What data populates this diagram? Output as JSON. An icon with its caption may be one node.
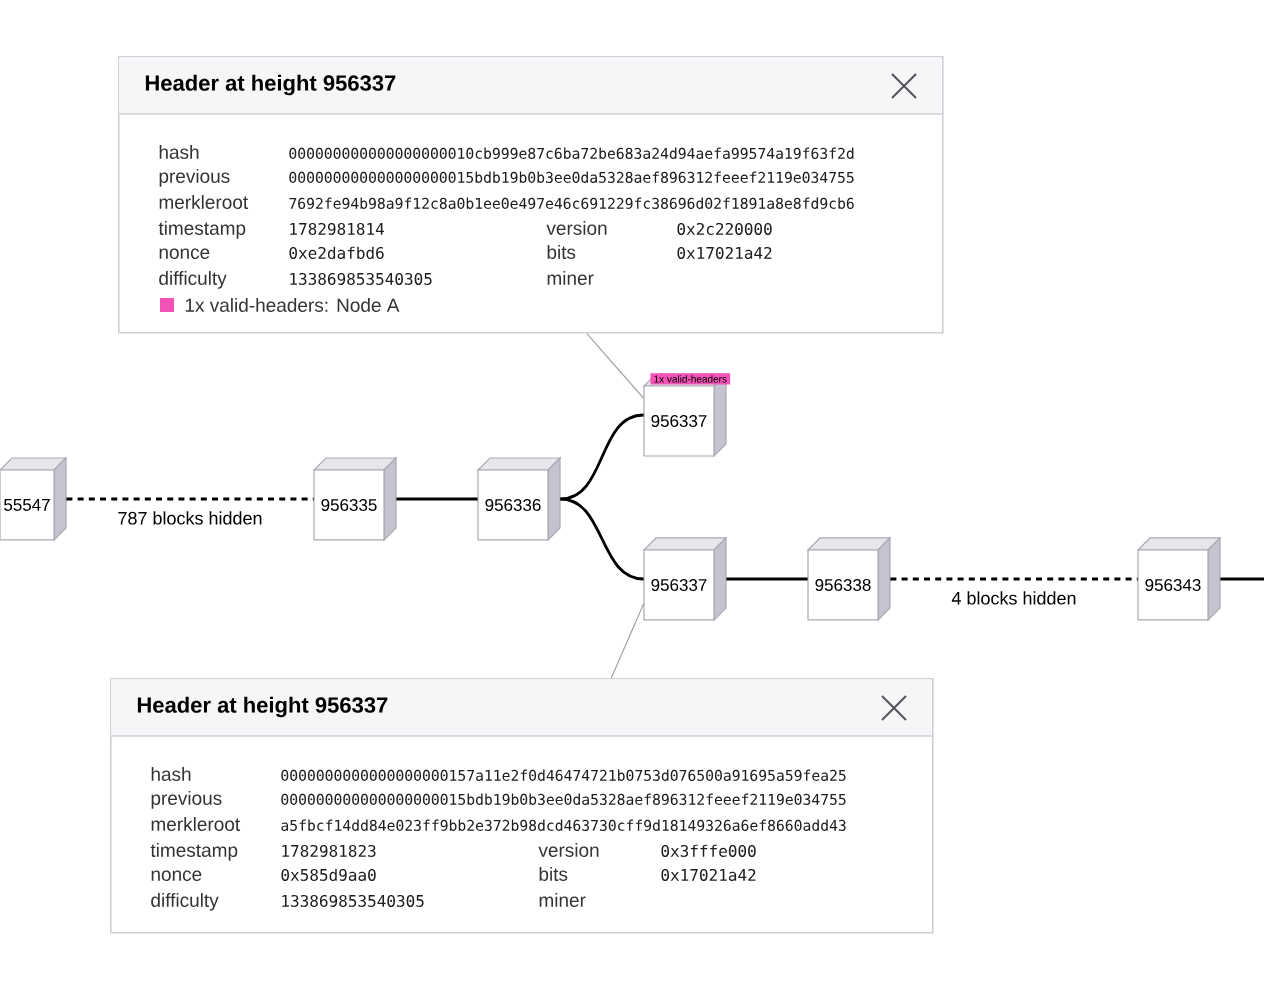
{
  "diagram": {
    "nodes": [
      {
        "text": [
          "Header at height 956337",
          "hash",
          "000000000000000000010cb999e87c6ba72be683a24d94aefa99574a19f63f2d",
          "previous",
          "000000000000000000015bdb19b0b3ee0da5328aef896312feeef2119e034755",
          "merkleroot",
          "7692fe94b98a9f12c8a0b1ee0e497e46c691229fc38696d02f1891a8e8fd9cb6",
          "timestamp",
          "1782981814",
          "version",
          "0x2c220000",
          "nonce",
          "0xe2dafbd6",
          "bits",
          "0x17021a42",
          "difficulty",
          "133869853540305",
          "miner"
        ]
      },
      {
        "text": [
          "55547"
        ]
      },
      {
        "text": [
          "956335"
        ]
      },
      {
        "text": [
          "956336"
        ]
      },
      {
        "text": [
          "956337"
        ],
        "beside": [
          "1x valid-headers"
        ]
      },
      {
        "text": [
          "956337"
        ]
      },
      {
        "text": [
          "956338"
        ]
      },
      {
        "text": [
          "956343"
        ]
      },
      {
        "text": [
          "Header at height 956337",
          "hash",
          "0000000000000000000157a11e2f0d46474721b0753d076500a91695a59fea25",
          "previous",
          "000000000000000000015bdb19b0b3ee0da5328aef896312feeef2119e034755",
          "merkleroot",
          "a5fbcf14dd84e023ff9bb2e372b98dcd463730cff9d18149326a6ef8660add43",
          "timestamp",
          "1782981823",
          "version",
          "0x3fffe000",
          "nonce",
          "0x585d9aa0",
          "bits",
          "0x17021a42",
          "difficulty",
          "133869853540305",
          "miner"
        ]
      }
    ],
    "edges": [
      {
        "from": 1,
        "to": 2,
        "arrow": "none",
        "label": "787 blocks hidden",
        "style": "dashed"
      },
      {
        "from": 2,
        "to": 3,
        "arrow": "none"
      },
      {
        "from": 3,
        "to": 4,
        "arrow": "none"
      },
      {
        "from": 3,
        "to": 5,
        "arrow": "none"
      },
      {
        "from": 5,
        "to": 6,
        "arrow": "none"
      },
      {
        "from": 6,
        "to": 7,
        "arrow": "none",
        "label": "4 blocks hidden",
        "style": "dashed"
      },
      {
        "from": 7,
        "to": null,
        "arrow": "none"
      },
      {
        "from": 0,
        "to": 4,
        "arrow": "none",
        "color": "#a3a3a8"
      },
      {
        "from": 5,
        "to": 8,
        "arrow": "none",
        "color": "#a3a3a8"
      }
    ],
    "legend": [
      {
        "text": "1x valid-headers: Node A",
        "color": "#f452b6"
      }
    ]
  }
}
